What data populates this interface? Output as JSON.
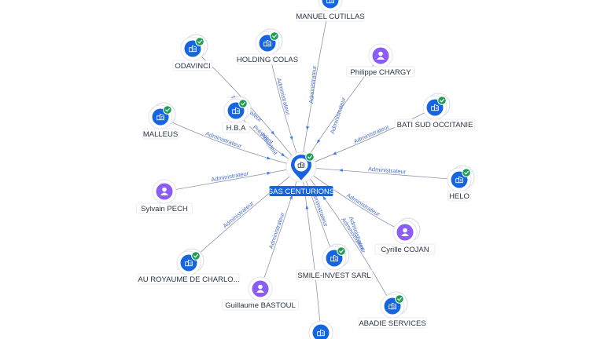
{
  "center": {
    "label": "SAS CENTURIONS",
    "type": "company",
    "verified": true
  },
  "nodes": [
    {
      "id": "manuel",
      "label": "MANUEL CUTILLAS",
      "type": "company",
      "verified": false,
      "stack": false,
      "edge_label": ""
    },
    {
      "id": "odavinci",
      "label": "ODAVINCI",
      "type": "company",
      "verified": true,
      "stack": true,
      "edge_label": ""
    },
    {
      "id": "holding",
      "label": "HOLDING COLAS",
      "type": "company",
      "verified": true,
      "stack": true,
      "edge_label": "Administrateur"
    },
    {
      "id": "chargy",
      "label": "Philippe CHARGY",
      "type": "person",
      "verified": false,
      "stack": false,
      "edge_label": ""
    },
    {
      "id": "hba",
      "label": "H.B.A",
      "type": "company",
      "verified": true,
      "stack": true,
      "edge_label": "Président"
    },
    {
      "id": "bati",
      "label": "BATI SUD OCCITANIE",
      "type": "company",
      "verified": true,
      "stack": true,
      "edge_label": "Administrateur"
    },
    {
      "id": "malleus",
      "label": "MALLEUS",
      "type": "company",
      "verified": true,
      "stack": true,
      "edge_label": "Administrateur"
    },
    {
      "id": "helo",
      "label": "HELO",
      "type": "company",
      "verified": true,
      "stack": true,
      "edge_label": "Administrateur"
    },
    {
      "id": "pech",
      "label": "Sylvain PECH",
      "type": "person",
      "verified": false,
      "stack": false,
      "edge_label": "Administrateur"
    },
    {
      "id": "cojan",
      "label": "Cyrille COJAN",
      "type": "person",
      "verified": false,
      "stack": true,
      "edge_label": "Administrateur"
    },
    {
      "id": "royaume",
      "label": "AU ROYAUME DE CHARLO...",
      "type": "company",
      "verified": true,
      "stack": true,
      "edge_label": "Administrateur"
    },
    {
      "id": "smile",
      "label": "SMILE-INVEST SARL",
      "type": "company",
      "verified": true,
      "stack": true,
      "edge_label": "Administrateur"
    },
    {
      "id": "bastoul",
      "label": "Guillaume BASTOUL",
      "type": "person",
      "verified": false,
      "stack": false,
      "edge_label": "Administrateur"
    },
    {
      "id": "abadie",
      "label": "ABADIE SERVICES",
      "type": "company",
      "verified": true,
      "stack": true,
      "edge_label": "Administrateur"
    },
    {
      "id": "bottom",
      "label": "",
      "type": "company",
      "verified": false,
      "stack": false,
      "edge_label": ""
    }
  ],
  "edge_fragments": [
    {
      "id": "frag-1",
      "text": "Administrateur"
    },
    {
      "id": "frag-2",
      "text": "Administrateur"
    },
    {
      "id": "frag-3",
      "text": "Administrateur"
    },
    {
      "id": "frag-4",
      "text": "Président"
    },
    {
      "id": "frag-5",
      "text": "Administrateur"
    }
  ],
  "colors": {
    "company": "#1565e0",
    "person": "#8b5cf6",
    "verified": "#1f9d55",
    "edge": "#8d97aa",
    "edge_label": "#4a6fd0"
  },
  "icons": {
    "company": "building-icon",
    "person": "person-icon",
    "verified": "check-badge-icon",
    "center": "map-pin-icon"
  }
}
